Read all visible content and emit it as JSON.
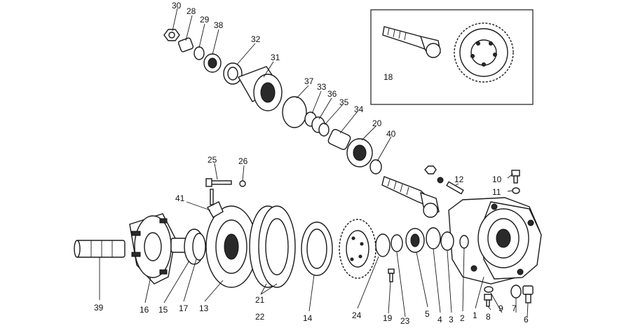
{
  "inset": {
    "label": "18"
  },
  "callouts": [
    {
      "id": "c30",
      "label": "30"
    },
    {
      "id": "c28",
      "label": "28"
    },
    {
      "id": "c29",
      "label": "29"
    },
    {
      "id": "c38",
      "label": "38"
    },
    {
      "id": "c32",
      "label": "32"
    },
    {
      "id": "c31",
      "label": "31"
    },
    {
      "id": "c37",
      "label": "37"
    },
    {
      "id": "c33",
      "label": "33"
    },
    {
      "id": "c36",
      "label": "36"
    },
    {
      "id": "c35",
      "label": "35"
    },
    {
      "id": "c34",
      "label": "34"
    },
    {
      "id": "c20",
      "label": "20"
    },
    {
      "id": "c40",
      "label": "40"
    },
    {
      "id": "c25",
      "label": "25"
    },
    {
      "id": "c26",
      "label": "26"
    },
    {
      "id": "c41",
      "label": "41"
    },
    {
      "id": "c12",
      "label": "12"
    },
    {
      "id": "c10",
      "label": "10"
    },
    {
      "id": "c11",
      "label": "11"
    },
    {
      "id": "c39",
      "label": "39"
    },
    {
      "id": "c16",
      "label": "16"
    },
    {
      "id": "c15",
      "label": "15"
    },
    {
      "id": "c17",
      "label": "17"
    },
    {
      "id": "c13",
      "label": "13"
    },
    {
      "id": "c21",
      "label": "21"
    },
    {
      "id": "c22",
      "label": "22"
    },
    {
      "id": "c14",
      "label": "14"
    },
    {
      "id": "c24",
      "label": "24"
    },
    {
      "id": "c19",
      "label": "19"
    },
    {
      "id": "c23",
      "label": "23"
    },
    {
      "id": "c5",
      "label": "5"
    },
    {
      "id": "c4",
      "label": "4"
    },
    {
      "id": "c3",
      "label": "3"
    },
    {
      "id": "c2",
      "label": "2"
    },
    {
      "id": "c1",
      "label": "1"
    },
    {
      "id": "c8",
      "label": "8"
    },
    {
      "id": "c9",
      "label": "9"
    },
    {
      "id": "c7",
      "label": "7"
    },
    {
      "id": "c6",
      "label": "6"
    }
  ]
}
